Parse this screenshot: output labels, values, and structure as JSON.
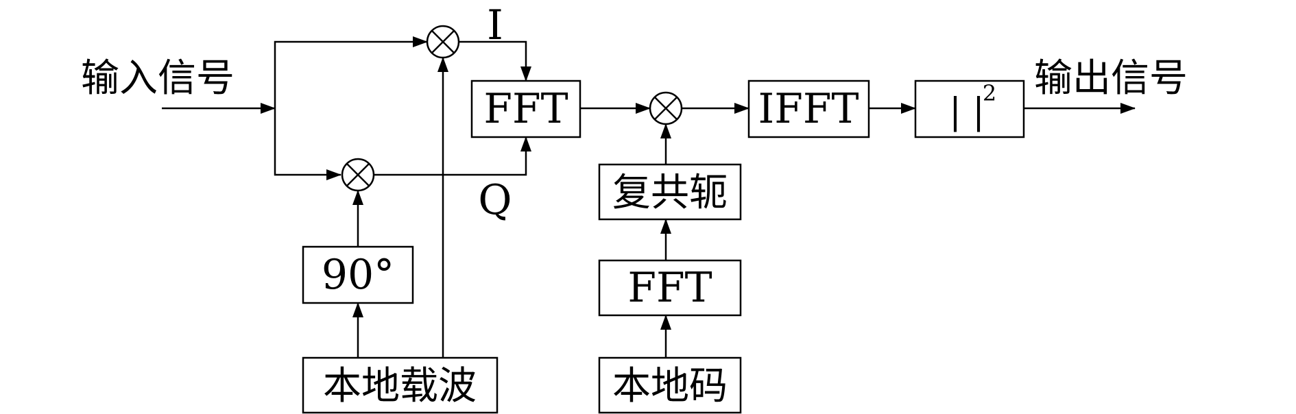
{
  "input_label": "输入信号",
  "output_label": "输出信号",
  "labels": {
    "i": "I",
    "q": "Q"
  },
  "blocks": {
    "fft_top": "FFT",
    "ifft": "IFFT",
    "abs_squared": "| |",
    "abs_squared_exp": "2",
    "phase_shift": "90°",
    "carrier": "本地载波",
    "conjugate": "复共轭",
    "fft_code": "FFT",
    "local_code": "本地码"
  }
}
